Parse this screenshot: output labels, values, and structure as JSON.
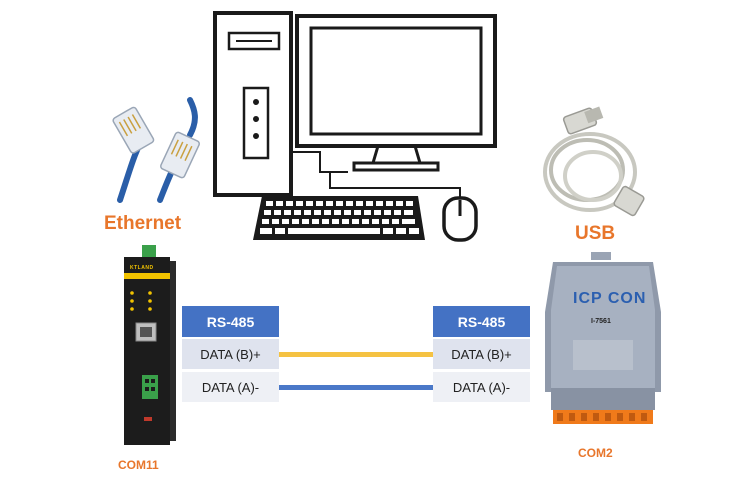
{
  "labels": {
    "ethernet": "Ethernet",
    "usb": "USB",
    "com_left": "COM11",
    "com_right": "COM2"
  },
  "rs_table_left": {
    "header": "RS-485",
    "data_b": "DATA (B)+",
    "data_a": "DATA (A)-"
  },
  "rs_table_right": {
    "header": "RS-485",
    "data_b": "DATA (B)+",
    "data_a": "DATA (A)-"
  },
  "colors": {
    "accent_orange": "#e8762b",
    "header_blue": "#4472c4",
    "wire_yellow": "#f5c242",
    "wire_blue": "#4a78c8",
    "terminal_orange": "#f07a1a",
    "device_green": "#3aa04a"
  },
  "devices": {
    "left_brand": "KTLAND",
    "right_brand": "ICP CON",
    "right_model": "I-7561"
  }
}
